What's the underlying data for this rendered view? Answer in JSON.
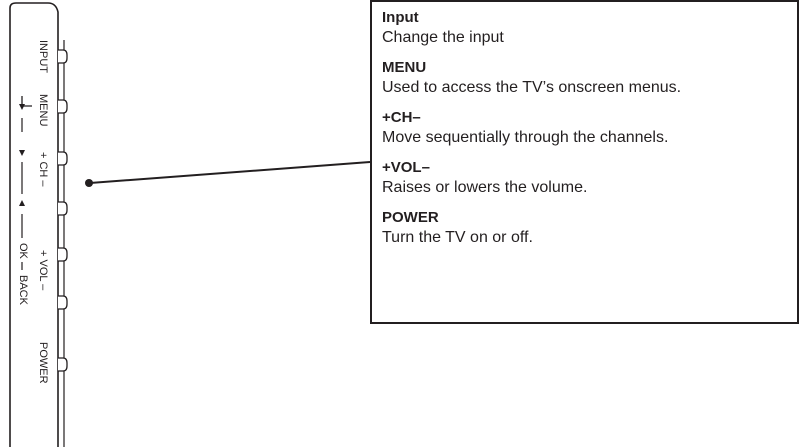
{
  "side_panel": {
    "labels": {
      "input": "INPUT",
      "menu": "MENU",
      "ch": "+ CH –",
      "vol": "+ VOL –",
      "power": "POWER"
    },
    "nav_icons": [
      "enter-arrow-icon",
      "right-arrow-icon",
      "left-arrow-icon"
    ],
    "secondary_labels": {
      "ok": "OK",
      "back": "BACK"
    }
  },
  "entries": [
    {
      "title": "Input",
      "description": "Change the input"
    },
    {
      "title": "MENU",
      "description": "Used to access the TV’s onscreen menus."
    },
    {
      "title": "+CH–",
      "description": "Move sequentially through the channels."
    },
    {
      "title": "+VOL–",
      "description": "Raises or lowers the volume."
    },
    {
      "title": "POWER",
      "description": "Turn the TV on or off."
    }
  ],
  "colors": {
    "ink": "#231f20",
    "background": "#ffffff"
  }
}
